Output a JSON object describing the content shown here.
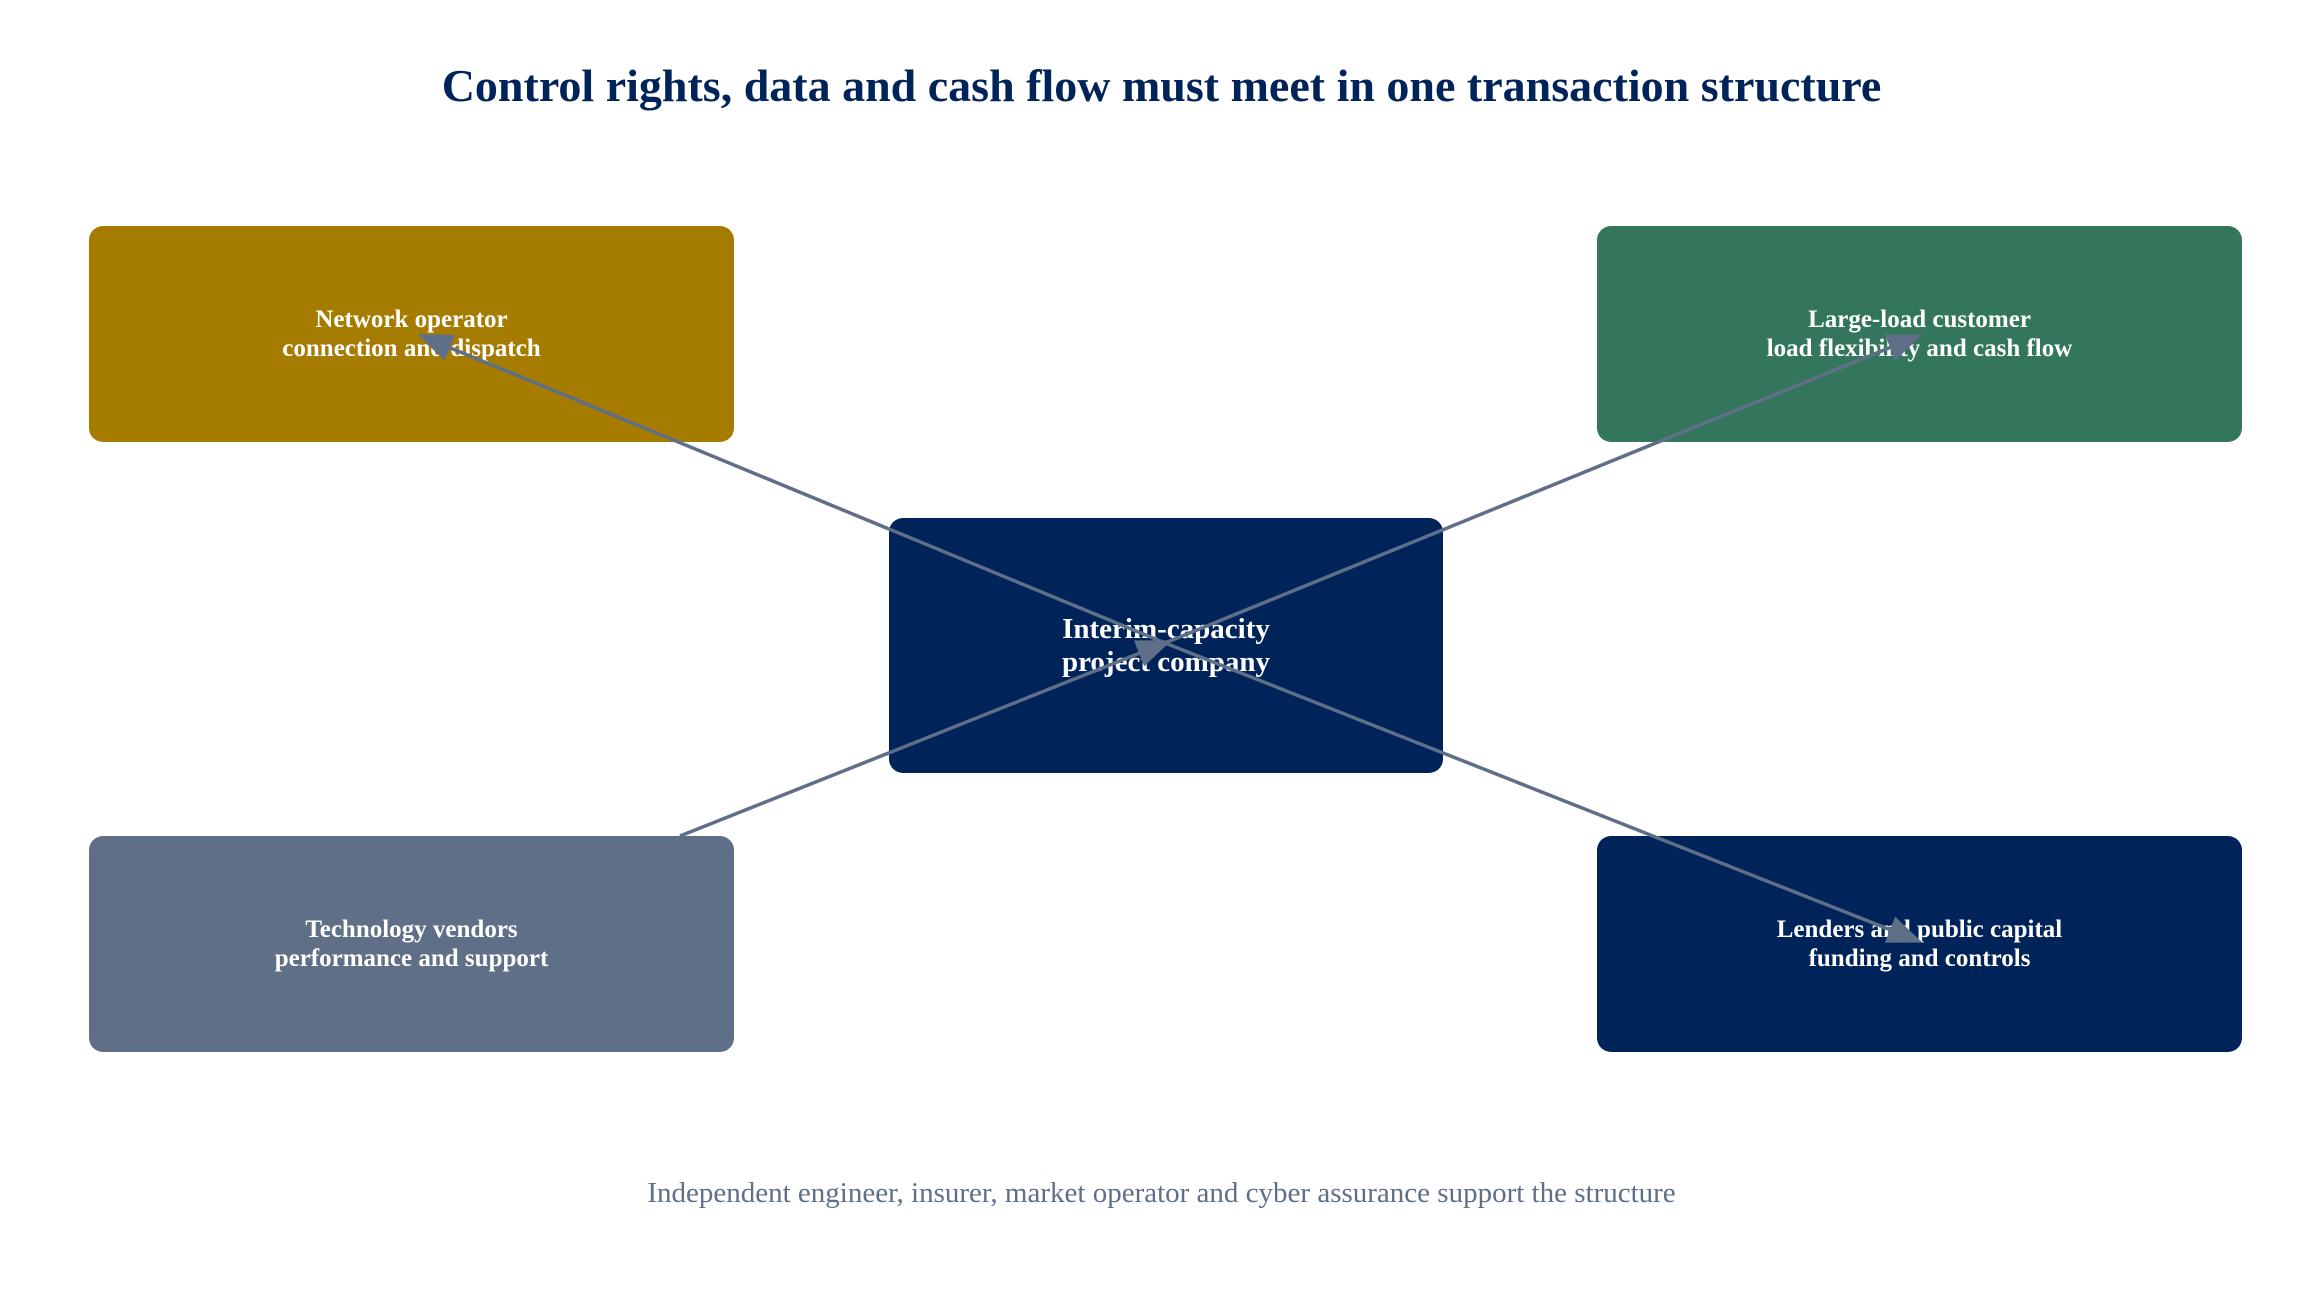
{
  "title": "Control rights, data and cash flow must meet in one transaction structure",
  "colors": {
    "title": "#00235a",
    "network": "#a57c00",
    "customer": "#33765c",
    "project": "#00235a",
    "tech": "#5f6f88",
    "lenders": "#00235a",
    "connector": "#5f6f88",
    "footer": "#5f6f88"
  },
  "nodes": {
    "network": {
      "line1": "Network operator",
      "line2": "connection and dispatch"
    },
    "customer": {
      "line1": "Large-load customer",
      "line2": "load flexibility and cash flow"
    },
    "project": {
      "line1": "Interim-capacity",
      "line2": "project company"
    },
    "tech": {
      "line1": "Technology vendors",
      "line2": "performance and support"
    },
    "lenders": {
      "line1": "Lenders and public capital",
      "line2": "funding and controls"
    }
  },
  "footer": "Independent engineer, insurer, market operator and cyber assurance support the structure"
}
